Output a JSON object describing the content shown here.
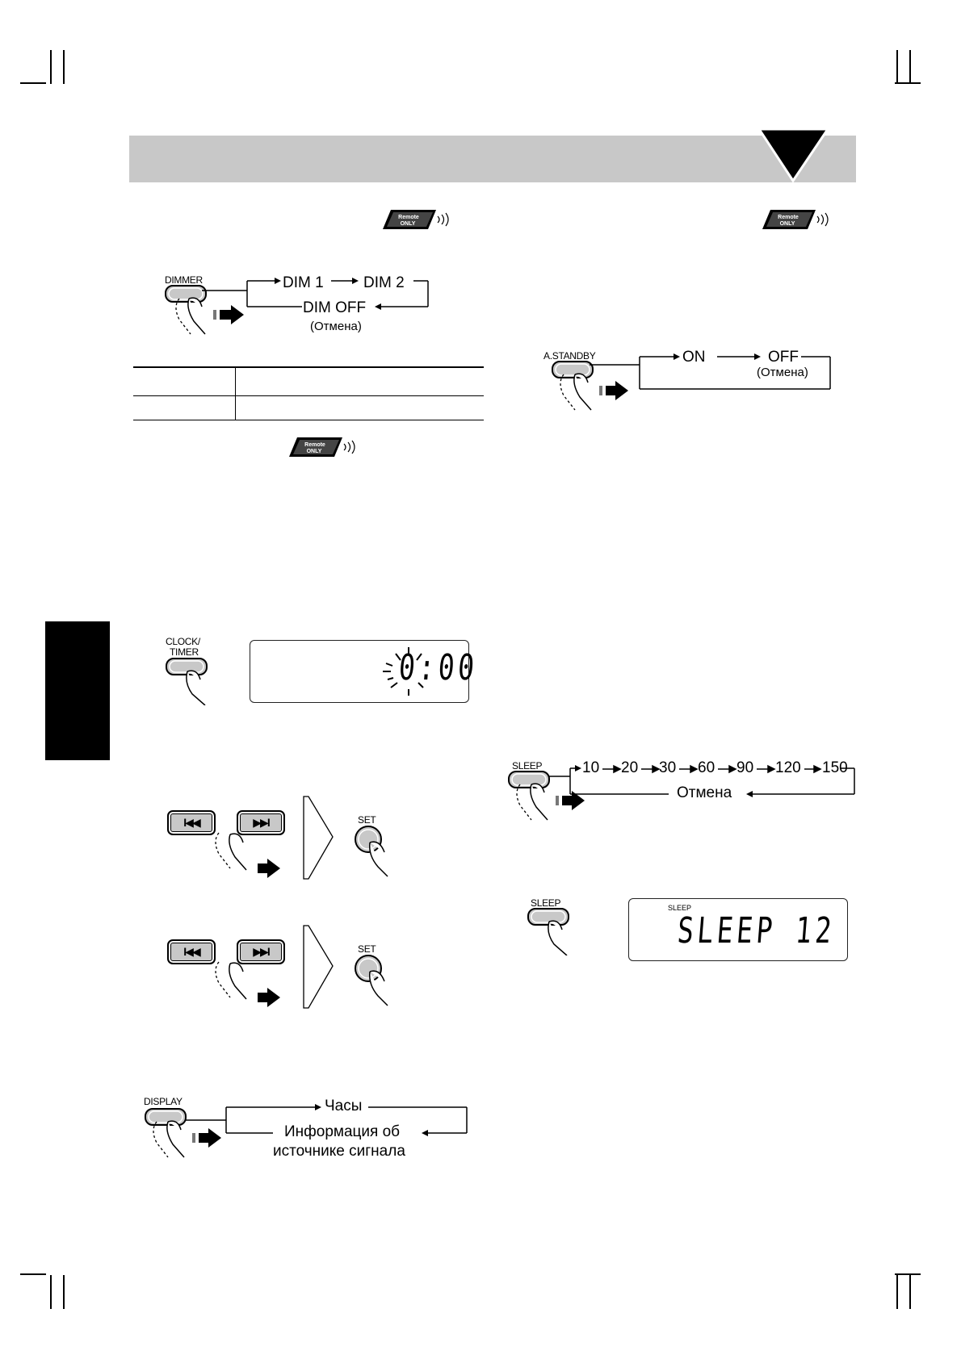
{
  "remote_badge": {
    "line1": "Remote",
    "line2": "ONLY"
  },
  "dimmer": {
    "button_label": "DIMMER",
    "step1": "DIM 1",
    "step2": "DIM 2",
    "step3": "DIM OFF",
    "cancel_note": "(Отмена)"
  },
  "clock": {
    "button_label_line1": "CLOCK/",
    "button_label_line2": "TIMER",
    "display_value": "0:00"
  },
  "set": {
    "prev_symbol": "I◀◀",
    "next_symbol": "▶▶I",
    "set_label": "SET"
  },
  "display": {
    "button_label": "DISPLAY",
    "option1": "Часы",
    "option2_line1": "Информация об",
    "option2_line2": "источнике сигнала"
  },
  "standby": {
    "button_label": "A.STANDBY",
    "on": "ON",
    "off": "OFF",
    "cancel_note": "(Отмена)"
  },
  "sleep": {
    "button_label": "SLEEP",
    "values": [
      "10",
      "20",
      "30",
      "60",
      "90",
      "120",
      "150"
    ],
    "cancel": "Отмена",
    "display_indicator": "SLEEP",
    "display_text": "SLEEP  12"
  },
  "colors": {
    "header_bar": "#c8c8c8",
    "side_tab": "#000000",
    "button_fill": "#c8c8c8"
  }
}
